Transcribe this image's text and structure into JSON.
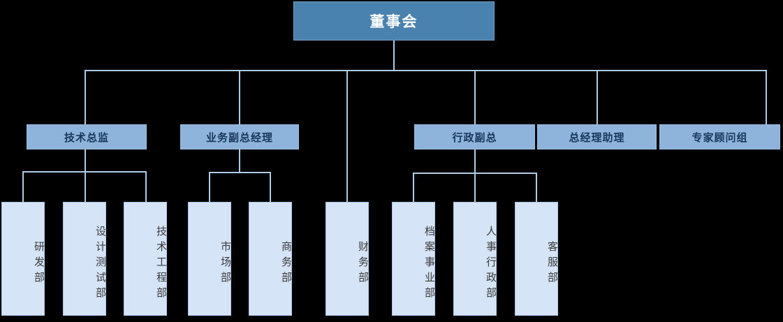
{
  "chart_data": {
    "type": "diagram",
    "diagram_type": "organization-chart",
    "title": "董事会",
    "orientation": "top-down",
    "background_color": "#000000",
    "colors": {
      "root_fill": "#4A82AF",
      "root_text": "#FFFFFF",
      "level1_fill": "#8FB4DC",
      "level1_text": "#17365D",
      "level2_fill": "#D6E4F7",
      "level2_text": "#3A3A3A",
      "connector": "#AECBE8"
    },
    "nodes": [
      {
        "id": "root",
        "label": "董事会",
        "level": 0,
        "parent": null
      },
      {
        "id": "n1",
        "label": "技术总监",
        "level": 1,
        "parent": "root"
      },
      {
        "id": "n2",
        "label": "业务副总经理",
        "level": 1,
        "parent": "root"
      },
      {
        "id": "n3",
        "label": "行政副总",
        "level": 1,
        "parent": "root"
      },
      {
        "id": "n4",
        "label": "总经理助理",
        "level": 1,
        "parent": "root"
      },
      {
        "id": "n5",
        "label": "专家顾问组",
        "level": 1,
        "parent": "root"
      },
      {
        "id": "d1",
        "label": "研发部",
        "level": 2,
        "parent": "n1"
      },
      {
        "id": "d2",
        "label": "设计测试部",
        "level": 2,
        "parent": "n1"
      },
      {
        "id": "d3",
        "label": "技术工程部",
        "level": 2,
        "parent": "n1"
      },
      {
        "id": "d4",
        "label": "市场部",
        "level": 2,
        "parent": "n2"
      },
      {
        "id": "d5",
        "label": "商务部",
        "level": 2,
        "parent": "n2"
      },
      {
        "id": "d6",
        "label": "财务部",
        "level": 2,
        "parent": "root"
      },
      {
        "id": "d7",
        "label": "档案事业部",
        "level": 2,
        "parent": "n3"
      },
      {
        "id": "d8",
        "label": "人事行政部",
        "level": 2,
        "parent": "n3"
      },
      {
        "id": "d9",
        "label": "客服部",
        "level": 2,
        "parent": "n3"
      }
    ]
  },
  "root": {
    "label": "董事会"
  },
  "level1": {
    "tech_director": "技术总监",
    "business_vp": "业务副总经理",
    "admin_vp": "行政副总",
    "gm_assistant": "总经理助理",
    "expert_group": "专家顾问组"
  },
  "level2": {
    "rd": "研发部",
    "design_test": "设计测试部",
    "tech_eng": "技术工程部",
    "market": "市场部",
    "business": "商务部",
    "finance": "财务部",
    "archive": "档案事业部",
    "hr_admin": "人事行政部",
    "customer_service": "客服部"
  }
}
